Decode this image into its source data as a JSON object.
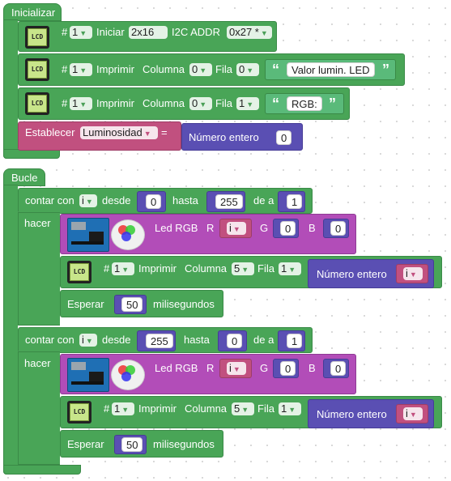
{
  "init": {
    "hat_label": "Inicializar",
    "lcd_icon_text": "LCD",
    "row1": {
      "hash": "#",
      "num": "1",
      "iniciar": "Iniciar",
      "size": "2x16",
      "i2c": "I2C ADDR",
      "addr": "0x27 *"
    },
    "row2": {
      "hash": "#",
      "num": "1",
      "imprimir": "Imprimir",
      "columna": "Columna",
      "col": "0",
      "fila": "Fila",
      "row": "0",
      "text": "Valor lumin. LED"
    },
    "row3": {
      "hash": "#",
      "num": "1",
      "imprimir": "Imprimir",
      "columna": "Columna",
      "col": "0",
      "fila": "Fila",
      "row": "1",
      "text": "RGB:"
    },
    "row4": {
      "establecer": "Establecer",
      "param": "Luminosidad",
      "eq": "=",
      "numero_entero": "Número entero",
      "value": "0"
    }
  },
  "loop": {
    "hat_label": "Bucle",
    "for1": {
      "contar_con": "contar con",
      "var": "i",
      "desde": "desde",
      "from": "0",
      "hasta": "hasta",
      "to": "255",
      "de_a": "de a",
      "step": "1",
      "hacer": "hacer",
      "led": {
        "label": "Led RGB",
        "r": "R",
        "r_var": "i",
        "g": "G",
        "g_val": "0",
        "b": "B",
        "b_val": "0"
      },
      "print": {
        "hash": "#",
        "num": "1",
        "imprimir": "Imprimir",
        "columna": "Columna",
        "col": "5",
        "fila": "Fila",
        "row": "1",
        "numero_entero": "Número entero",
        "var": "i"
      },
      "wait": {
        "esperar": "Esperar",
        "ms": "50",
        "milisegundos": "milisegundos"
      }
    },
    "for2": {
      "contar_con": "contar con",
      "var": "i",
      "desde": "desde",
      "from": "255",
      "hasta": "hasta",
      "to": "0",
      "de_a": "de a",
      "step": "1",
      "hacer": "hacer",
      "led": {
        "label": "Led RGB",
        "r": "R",
        "r_var": "i",
        "g": "G",
        "g_val": "0",
        "b": "B",
        "b_val": "0"
      },
      "print": {
        "hash": "#",
        "num": "1",
        "imprimir": "Imprimir",
        "columna": "Columna",
        "col": "5",
        "fila": "Fila",
        "row": "1",
        "numero_entero": "Número entero",
        "var": "i"
      },
      "wait": {
        "esperar": "Esperar",
        "ms": "50",
        "milisegundos": "milisegundos"
      }
    }
  },
  "colors": {
    "green": "#49a557",
    "purple": "#b24db8",
    "magenta": "#c1507f",
    "indigo": "#5a4fb3"
  },
  "quote_open": "“",
  "quote_close": "”",
  "dropdown_arrow": "▼"
}
